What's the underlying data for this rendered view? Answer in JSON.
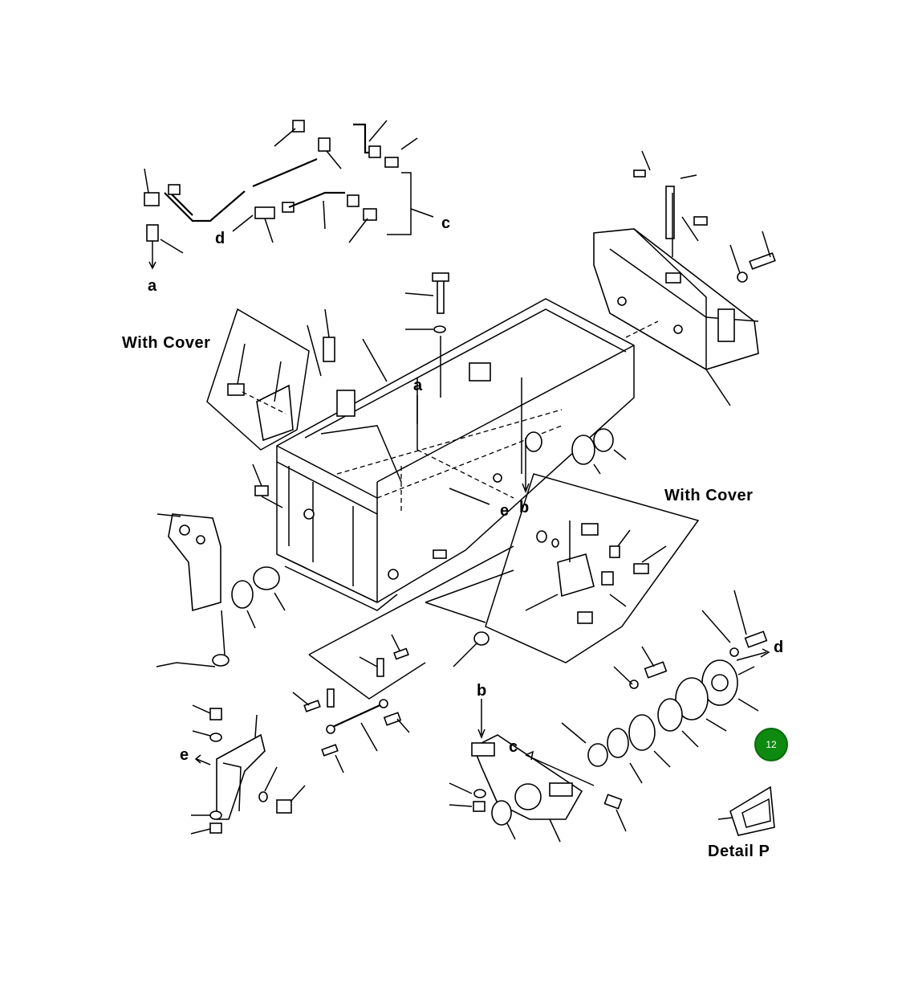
{
  "diagram": {
    "callouts": {
      "with_cover_left": "With Cover",
      "with_cover_right": "With Cover",
      "detail_p": "Detail P"
    },
    "refs": {
      "a_top": "a",
      "a_mid": "a",
      "b_mid": "b",
      "b_low": "b",
      "c_top": "c",
      "c_low": "c",
      "d_top": "d",
      "d_right": "d",
      "e_mid": "e",
      "e_low": "e"
    },
    "badge": {
      "label": "12",
      "color": "#0e8a10"
    }
  }
}
